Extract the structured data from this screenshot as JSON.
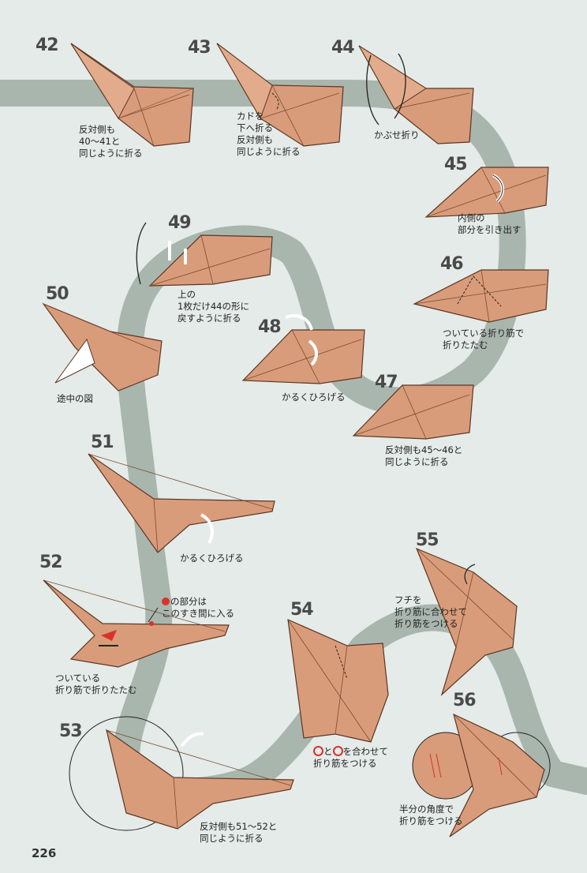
{
  "page_number": "226",
  "colors": {
    "background": "#e4ebe8",
    "path": "#a9b6ad",
    "paper": "#d99c7a",
    "paper_line": "#7a4a33",
    "accent_red": "#d9322b"
  },
  "steps": [
    {
      "id": "42",
      "caption": [
        "反対側も",
        "40～41と",
        "同じように折る"
      ]
    },
    {
      "id": "43",
      "caption": [
        "カドを",
        "下へ折る",
        "反対側も",
        "同じように折る"
      ]
    },
    {
      "id": "44",
      "caption": [
        "かぶせ折り"
      ]
    },
    {
      "id": "45",
      "caption": [
        "内側の",
        "部分を引き出す"
      ]
    },
    {
      "id": "46",
      "caption": [
        "ついている折り筋で",
        "折りたたむ"
      ]
    },
    {
      "id": "47",
      "caption": [
        "反対側も45～46と",
        "同じように折る"
      ]
    },
    {
      "id": "48",
      "caption": [
        "かるくひろげる"
      ]
    },
    {
      "id": "49",
      "caption": [
        "上の",
        "1枚だけ44の形に",
        "戻すように折る"
      ]
    },
    {
      "id": "50",
      "caption": [
        "途中の図"
      ]
    },
    {
      "id": "51",
      "caption": [
        "かるくひろげる"
      ]
    },
    {
      "id": "52",
      "caption": [
        "ついている",
        "折り筋で折りたたむ"
      ],
      "note": [
        "の部分は",
        "このすき間に入る"
      ]
    },
    {
      "id": "53",
      "caption": [
        "反対側も51～52と",
        "同じように折る"
      ]
    },
    {
      "id": "54",
      "caption": [
        "と",
        "を合わせて",
        "折り筋をつける"
      ]
    },
    {
      "id": "55",
      "caption": [
        "フチを",
        "折り筋に合わせて",
        "折り筋をつける"
      ]
    },
    {
      "id": "56",
      "caption": [
        "半分の角度で",
        "折り筋をつける"
      ]
    }
  ]
}
